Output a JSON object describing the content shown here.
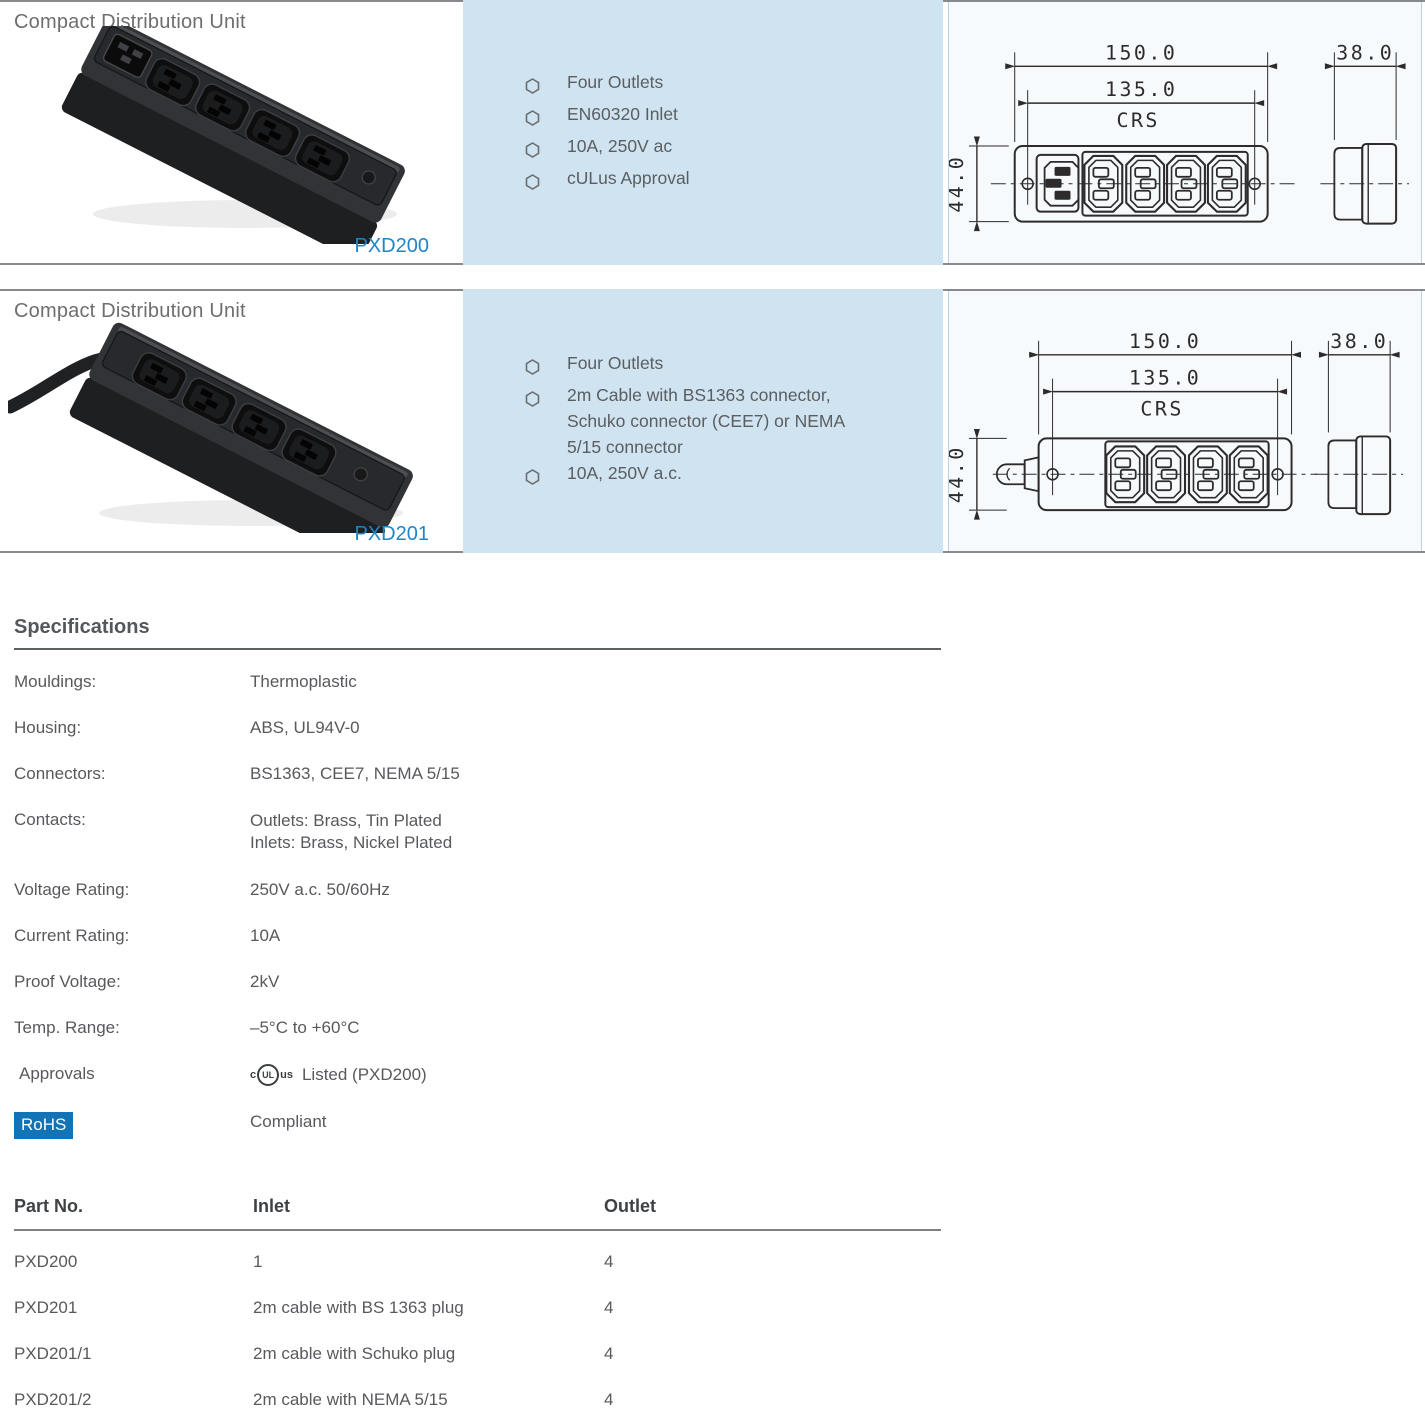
{
  "products": [
    {
      "title": "Compact Distribution Unit",
      "part_no": "PXD200",
      "features": [
        "Four Outlets",
        "EN60320 Inlet",
        "10A, 250V ac",
        "cULus Approval"
      ],
      "drawing": {
        "overall_width": "150.0",
        "crs_width": "135.0",
        "crs_label": "CRS",
        "height": "44.0",
        "depth": "38.0"
      }
    },
    {
      "title": "Compact Distribution Unit",
      "part_no": "PXD201",
      "features": [
        "Four Outlets",
        "2m Cable with BS1363 connector, Schuko connector (CEE7) or NEMA 5/15 connector",
        "10A, 250V a.c."
      ],
      "drawing": {
        "overall_width": "150.0",
        "crs_width": "135.0",
        "crs_label": "CRS",
        "height": "44.0",
        "depth": "38.0"
      }
    }
  ],
  "specifications": {
    "heading": "Specifications",
    "rows": [
      {
        "label": "Mouldings:",
        "value": "Thermoplastic"
      },
      {
        "label": "Housing:",
        "value": "ABS, UL94V-0"
      },
      {
        "label": "Connectors:",
        "value": "BS1363, CEE7, NEMA 5/15"
      },
      {
        "label": "Contacts:",
        "value": "Outlets: Brass, Tin Plated\nInlets: Brass, Nickel Plated"
      },
      {
        "label": "Voltage Rating:",
        "value": "250V a.c. 50/60Hz"
      },
      {
        "label": "Current Rating:",
        "value": "10A"
      },
      {
        "label": "Proof Voltage:",
        "value": "2kV"
      },
      {
        "label": "Temp. Range:",
        "value": "–5°C to +60°C"
      }
    ],
    "approvals": {
      "label": "Approvals",
      "ul_prefix": "c",
      "ul_mark": "UL",
      "ul_suffix": "us",
      "value": "Listed (PXD200)"
    },
    "rohs": {
      "label": "RoHS",
      "value": "Compliant"
    }
  },
  "parts_table": {
    "headers": [
      "Part No.",
      "Inlet",
      "Outlet"
    ],
    "rows": [
      [
        "PXD200",
        "1",
        "4"
      ],
      [
        "PXD201",
        "2m cable with BS 1363 plug",
        "4"
      ],
      [
        "PXD201/1",
        "2m cable with Schuko plug",
        "4"
      ],
      [
        "PXD201/2",
        "2m cable with NEMA 5/15",
        "4"
      ]
    ]
  },
  "colors": {
    "accent_blue": "#1e86c7",
    "feature_box_blue": "#cfe3f0",
    "rohs_badge_blue": "#1273b6",
    "text_gray": "#57595c"
  }
}
